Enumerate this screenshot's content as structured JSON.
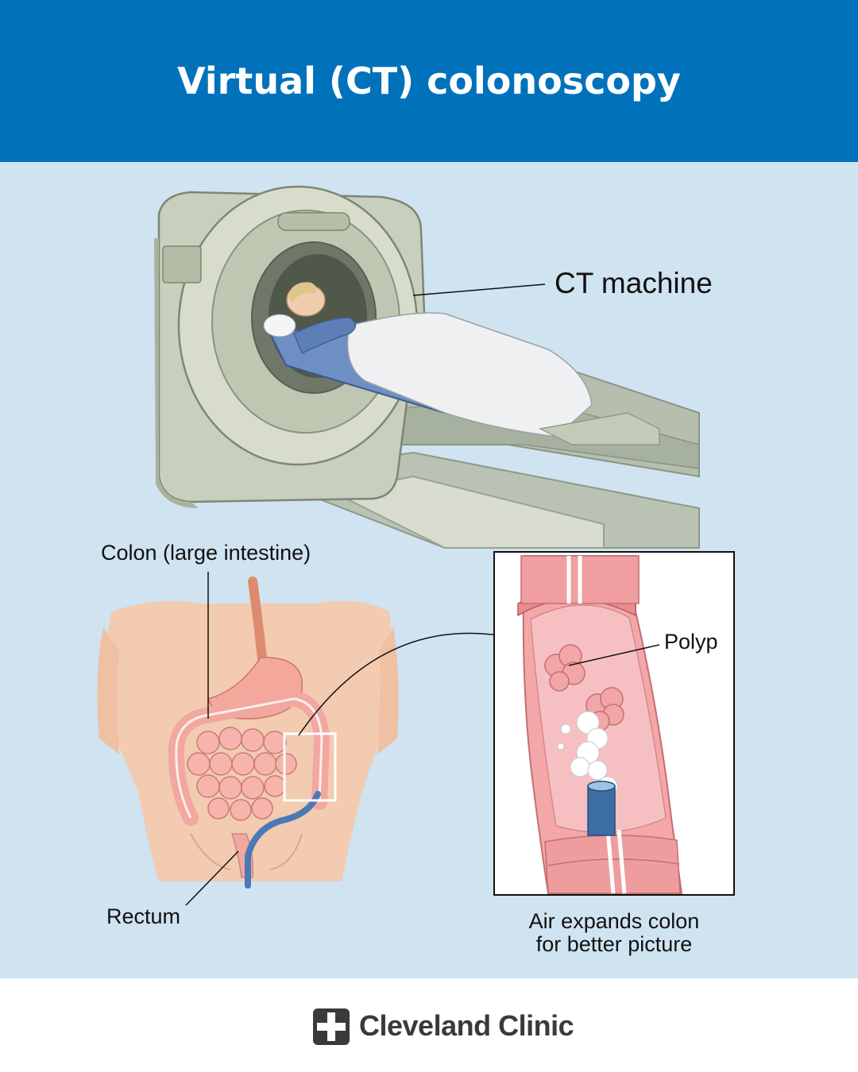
{
  "title": "Virtual (CT) colonoscopy",
  "labels": {
    "ct_machine": "CT machine",
    "colon": "Colon (large intestine)",
    "polyp": "Polyp",
    "rectum": "Rectum",
    "air_line1": "Air expands colon",
    "air_line2": "for better picture"
  },
  "logo": {
    "text": "Cleveland Clinic"
  },
  "colors": {
    "header": "#0072bc",
    "background": "#cfe3f1",
    "footer": "#ffffff"
  }
}
